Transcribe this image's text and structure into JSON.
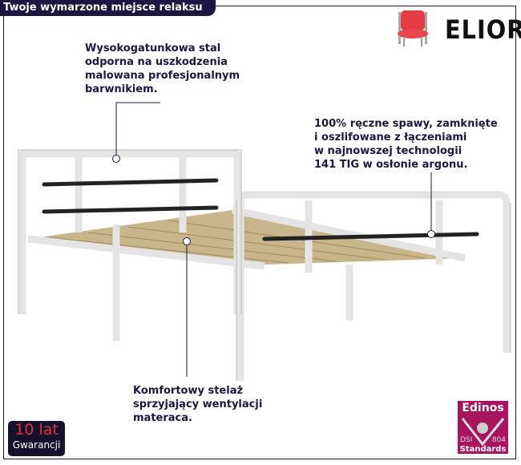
{
  "header": {
    "title": "Twoje wymarzone miejsce relaksu"
  },
  "brand": {
    "name": "ELIOR",
    "icon": "chair-icon"
  },
  "callouts": {
    "steel": "Wysokogatunkowa stal\nodporna na uszkodzenia\nmalowana profesjonalnym\nbarwnikiem.",
    "welds": "100% ręczne spawy, zamknięte\ni oszlifowane z łączeniami\nw najnowszej technologii\n141 TIG w osłonie argonu.",
    "slats": "Komfortowy stelaż\nsprzyjający wentylacji\nmateraca."
  },
  "warranty": {
    "line1": "10 lat",
    "line2": "Gwarancji"
  },
  "certificate": {
    "name": "Edinos",
    "left": "DSI",
    "right": "804",
    "bottom": "Standards"
  },
  "colors": {
    "navy": "#1b1740",
    "cert": "#a8145e",
    "warranty_red": "#e0303a"
  }
}
